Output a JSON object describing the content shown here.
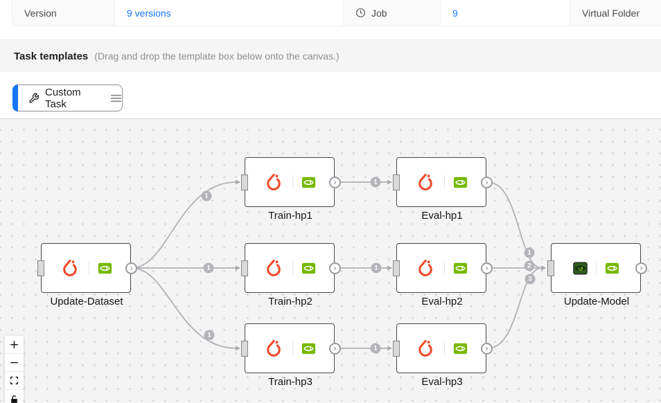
{
  "header": {
    "version_label": "Version",
    "versions_value": "9 versions",
    "job_label": "Job",
    "job_value": "9",
    "virtual_folder_label": "Virtual Folder"
  },
  "task_templates": {
    "title": "Task templates",
    "hint": "(Drag and drop the template box below onto the canvas.)",
    "custom_task": "Custom Task"
  },
  "canvas": {
    "nodes": [
      {
        "id": "update-dataset",
        "label": "Update-Dataset",
        "icons": [
          "pytorch-icon",
          "nvidia-icon"
        ]
      },
      {
        "id": "train-hp1",
        "label": "Train-hp1",
        "icons": [
          "pytorch-icon",
          "nvidia-icon"
        ]
      },
      {
        "id": "train-hp2",
        "label": "Train-hp2",
        "icons": [
          "pytorch-icon",
          "nvidia-icon"
        ]
      },
      {
        "id": "train-hp3",
        "label": "Train-hp3",
        "icons": [
          "pytorch-icon",
          "nvidia-icon"
        ]
      },
      {
        "id": "eval-hp1",
        "label": "Eval-hp1",
        "icons": [
          "pytorch-icon",
          "nvidia-icon"
        ]
      },
      {
        "id": "eval-hp2",
        "label": "Eval-hp2",
        "icons": [
          "pytorch-icon",
          "nvidia-icon"
        ]
      },
      {
        "id": "eval-hp3",
        "label": "Eval-hp3",
        "icons": [
          "pytorch-icon",
          "nvidia-icon"
        ]
      },
      {
        "id": "update-model",
        "label": "Update-Model",
        "icons": [
          "nvidia-dark-icon",
          "nvidia-icon"
        ]
      }
    ],
    "edges": [
      {
        "from": "Update-Dataset",
        "to": "Train-hp1",
        "badge": "1"
      },
      {
        "from": "Update-Dataset",
        "to": "Train-hp2",
        "badge": "1"
      },
      {
        "from": "Update-Dataset",
        "to": "Train-hp3",
        "badge": "1"
      },
      {
        "from": "Train-hp1",
        "to": "Eval-hp1",
        "badge": "1"
      },
      {
        "from": "Train-hp2",
        "to": "Eval-hp2",
        "badge": "1"
      },
      {
        "from": "Train-hp3",
        "to": "Eval-hp3",
        "badge": "1"
      },
      {
        "from": "Eval-hp1",
        "to": "Update-Model",
        "badge": "1"
      },
      {
        "from": "Eval-hp2",
        "to": "Update-Model",
        "badge": "2"
      },
      {
        "from": "Eval-hp3",
        "to": "Update-Model",
        "badge": "3"
      }
    ],
    "port_chevron": "›",
    "controls": {
      "zoom_in": "+",
      "zoom_out": "−"
    }
  },
  "colors": {
    "accent": "#1677ff",
    "pytorch_red": "#ee4c2c",
    "nvidia_green": "#76b900",
    "edge_gray": "#b1b1b7"
  }
}
